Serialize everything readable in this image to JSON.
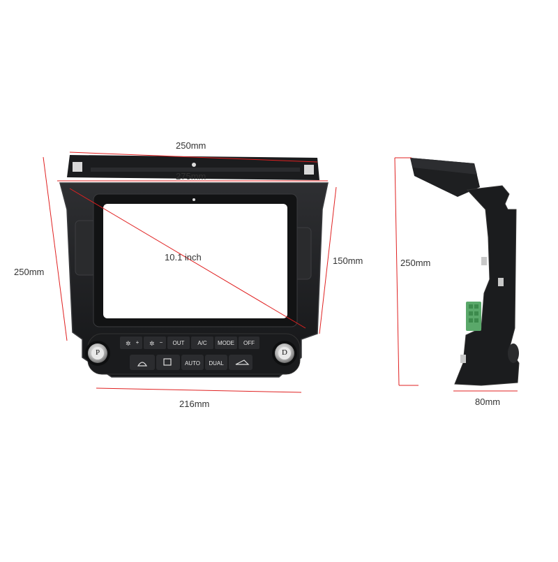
{
  "dimensions": {
    "top_width": "250mm",
    "top_inner_width": "275mm",
    "left_height": "250mm",
    "diagonal": "10.1 inch",
    "right_height": "150mm",
    "bottom_width": "216mm",
    "side_height": "250mm",
    "side_depth": "80mm"
  },
  "climate_panel": {
    "fan_up": "+",
    "fan_down": "−",
    "out": "OUT",
    "ac": "A/C",
    "mode": "MODE",
    "off": "OFF",
    "auto": "AUTO",
    "dual": "DUAL",
    "knob_left": "P",
    "knob_right": "D"
  },
  "colors": {
    "frame": "#1c1d1f",
    "frame_edge": "#3a3b3e",
    "dimension_line": "#e02020",
    "connector": "#5aa86a"
  }
}
